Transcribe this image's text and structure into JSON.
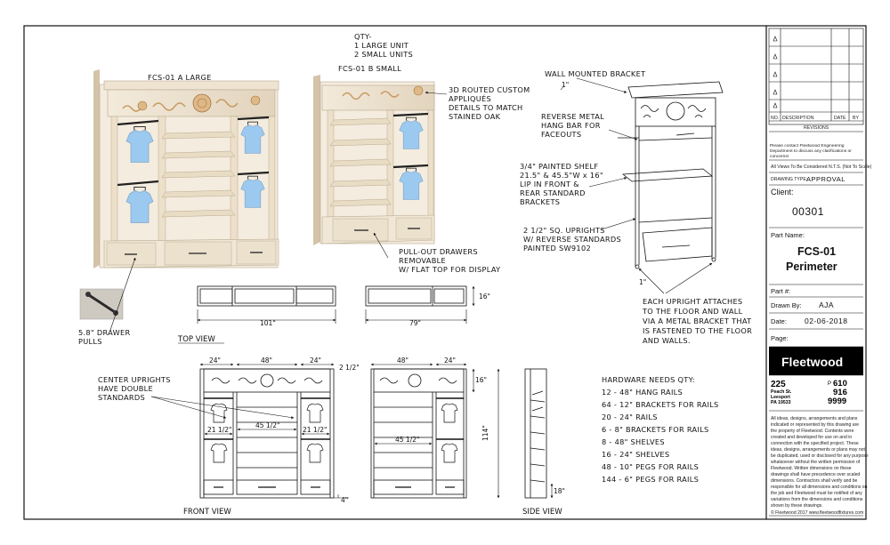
{
  "notes": {
    "qty_label": "QTY-",
    "qty_line1": "1 LARGE UNIT",
    "qty_line2": "2 SMALL UNITS",
    "large_label": "FCS-01 A LARGE",
    "small_label": "FCS-01 B SMALL",
    "routed_1": "3D ROUTED CUSTOM",
    "routed_2": "APPLIQUÉS",
    "routed_3": "DETAILS TO MATCH",
    "routed_4": "STAINED OAK",
    "drawer_1": "PULL-OUT DRAWERS",
    "drawer_2": "REMOVABLE",
    "drawer_3": "W/ FLAT TOP FOR DISPLAY",
    "pulls_1": "5.8\" DRAWER",
    "pulls_2": "PULLS",
    "wall_bracket": "WALL MOUNTED BRACKET",
    "hang_1": "REVERSE METAL",
    "hang_2": "HANG BAR FOR",
    "hang_3": "FACEOUTS",
    "shelf_1": "3/4\" PAINTED SHELF",
    "shelf_2": "21.5\" & 45.5\"W x 16\"",
    "shelf_3": "LIP IN FRONT &",
    "shelf_4": "REAR STANDARD",
    "shelf_5": "BRACKETS",
    "up_1": "2 1/2\" SQ. UPRIGHTS",
    "up_2": "W/ REVERSE STANDARDS",
    "up_3": "PAINTED SW9102",
    "attach_1": "EACH UPRIGHT ATTACHES",
    "attach_2": "TO THE FLOOR AND WALL",
    "attach_3": "VIA A METAL BRACKET THAT",
    "attach_4": "IS FASTENED TO THE FLOOR",
    "attach_5": "AND WALLS.",
    "center_1": "CENTER UPRIGHTS",
    "center_2": "HAVE DOUBLE",
    "center_3": "STANDARDS"
  },
  "views": {
    "top": "TOP VIEW",
    "front": "FRONT VIEW",
    "side": "SIDE VIEW"
  },
  "dimensions": {
    "top_large": "101\"",
    "top_small": "79\"",
    "top_depth": "16\"",
    "front_24_left": "24\"",
    "front_48": "48\"",
    "front_24_right": "24\"",
    "front_2half": "2 1/2\"",
    "front_21half_a": "21 1/2\"",
    "front_45half": "45 1/2\"",
    "front_21half_b": "21 1/2\"",
    "front_4": "4\"",
    "small_48": "48\"",
    "small_24": "24\"",
    "small_45half": "45 1/2\"",
    "small_16": "16\"",
    "height_114": "114\"",
    "side_18": "18\"",
    "bracket_a": "1\"",
    "bracket_b": "1\""
  },
  "hardware": {
    "title": "HARDWARE NEEDS QTY:",
    "items": [
      "12 -   48\" HANG RAILS",
      "64 - 12\" BRACKETS FOR RAILS",
      "20 - 24\" RAILS",
      "6 -   8\" BRACKETS FOR RAILS",
      "8 -   48\" SHELVES",
      "16 -   24\" SHELVES",
      "48 - 10\" PEGS FOR RAILS",
      "144 - 6\" PEGS FOR RAILS"
    ]
  },
  "title_block": {
    "revisions_header": {
      "no": "NO.",
      "description": "DESCRIPTION",
      "date": "DATE",
      "by": "BY"
    },
    "revisions_label": "REVISIONS",
    "contact_note": "Please contact Fleetwood Engineering Department to discuss any clarifications or concerns!",
    "nts_note": "All Views To Be Considered N.T.S. (Not To Scale)",
    "drawing_type_label": "DRAWING TYPE:",
    "drawing_type_value": "APPROVAL",
    "client_label": "Client:",
    "client_value": "00301",
    "part_name_label": "Part Name:",
    "part_name_1": "FCS-01",
    "part_name_2": "Perimeter",
    "part_no_label": "Part #:",
    "drawn_by_label": "Drawn By:",
    "drawn_by_value": "AJA",
    "date_label": "Date:",
    "date_value": "02-06-2018",
    "page_label": "Page:",
    "brand": "Fleetwood",
    "addr_number": "225",
    "addr_street": "Peach St.",
    "addr_city": "Leesport",
    "addr_state": "PA 19533",
    "phone_prefix": "P",
    "phone_1": "610",
    "phone_2": "916",
    "phone_3": "9999",
    "legal": [
      "All ideas, designs, arrangements and plans",
      "indicated or represented by this drawing are",
      "the property of Fleetwood. Contents were",
      "created and developed for use on and in",
      "connection with the specified project. These",
      "ideas, designs, arrangements or plans may not",
      "be duplicated, used or disclosed for any purpose",
      "whatsoever without the written permission of",
      "Fleetwood. Written dimensions on these",
      "drawings shall have precedence over scaled",
      "dimensions. Contractors shall verify and be",
      "responsible for all dimensions and conditions on",
      "the job and Fleetwood must be notified of any",
      "variations from the dimensions and conditions",
      "shown by these drawings."
    ],
    "copyright": "© Fleetwood 2017   www.fleetwoodfixtures.com"
  },
  "colors": {
    "cabinet": "#efe4d2",
    "cabinet_shade": "#d9cbb3",
    "shirt": "#9cc9ef",
    "line": "#1a1a1a",
    "brand_bg": "#000000"
  }
}
